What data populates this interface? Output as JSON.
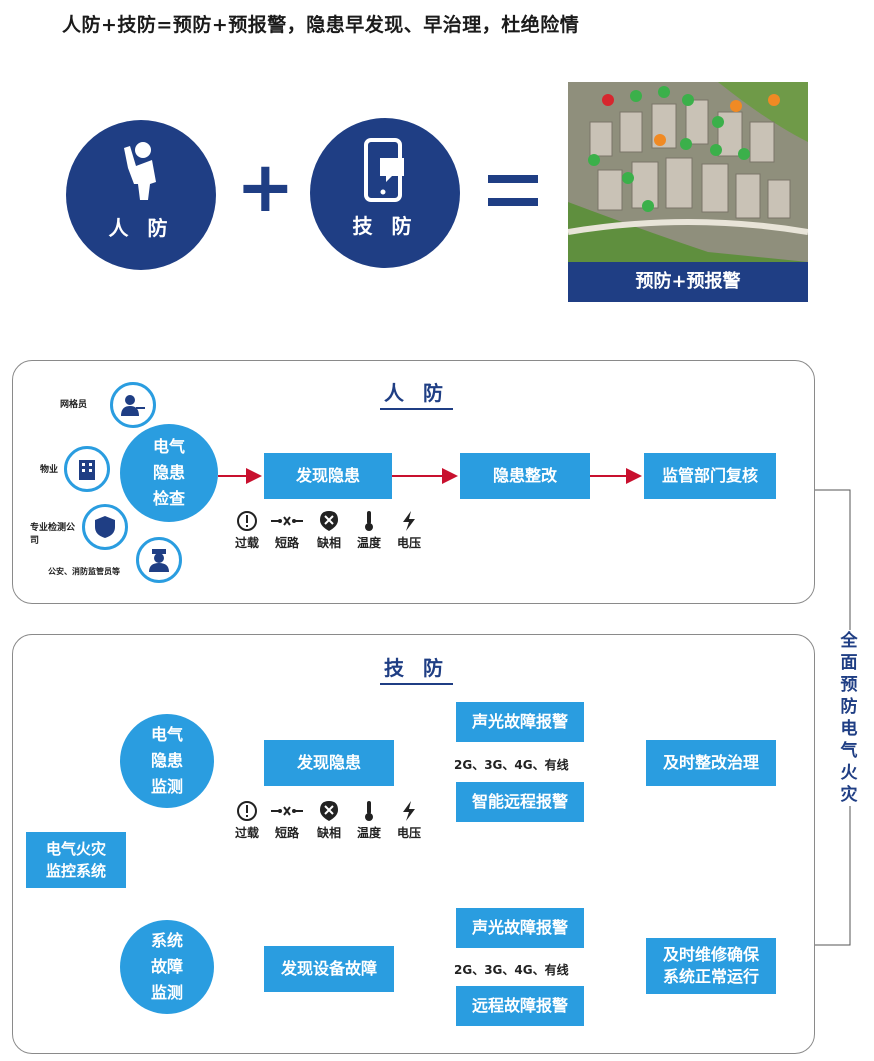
{
  "headline": "人防+技防=预防+预报警，隐患早发现、早治理，杜绝险情",
  "equation": {
    "left_label": "人 防",
    "right_label": "技 防",
    "plus": "+",
    "equals": "=",
    "result_banner": "预防+预报警"
  },
  "renfang": {
    "title": "人 防",
    "actors": [
      "网格员",
      "物业",
      "专业检测公司",
      "公安、消防监管员等"
    ],
    "center": [
      "电气",
      "隐患",
      "检查"
    ],
    "steps": [
      "发现隐患",
      "隐患整改",
      "监管部门复核"
    ],
    "hazards": [
      "过载",
      "短路",
      "缺相",
      "温度",
      "电压"
    ]
  },
  "jifang": {
    "title": "技 防",
    "system": [
      "电气火灾",
      "监控系统"
    ],
    "center_top": [
      "电气",
      "隐患",
      "监测"
    ],
    "center_bottom": [
      "系统",
      "故障",
      "监测"
    ],
    "step_top": "发现隐患",
    "step_bottom": "发现设备故障",
    "alarm_top_1": "声光故障报警",
    "alarm_top_2": "智能远程报警",
    "alarm_bottom_1": "声光故障报警",
    "alarm_bottom_2": "远程故障报警",
    "network_top": "2G、3G、4G、有线",
    "network_bottom": "2G、3G、4G、有线",
    "result_top": "及时整改治理",
    "result_bottom": [
      "及时维修确保",
      "系统正常运行"
    ],
    "hazards": [
      "过载",
      "短路",
      "缺相",
      "温度",
      "电压"
    ]
  },
  "side_label": [
    "全",
    "面",
    "预",
    "防",
    "电",
    "气",
    "火",
    "灾"
  ],
  "colors": {
    "navy": "#1f3e84",
    "blue": "#2a9de0",
    "arrow": "#c8102e"
  }
}
